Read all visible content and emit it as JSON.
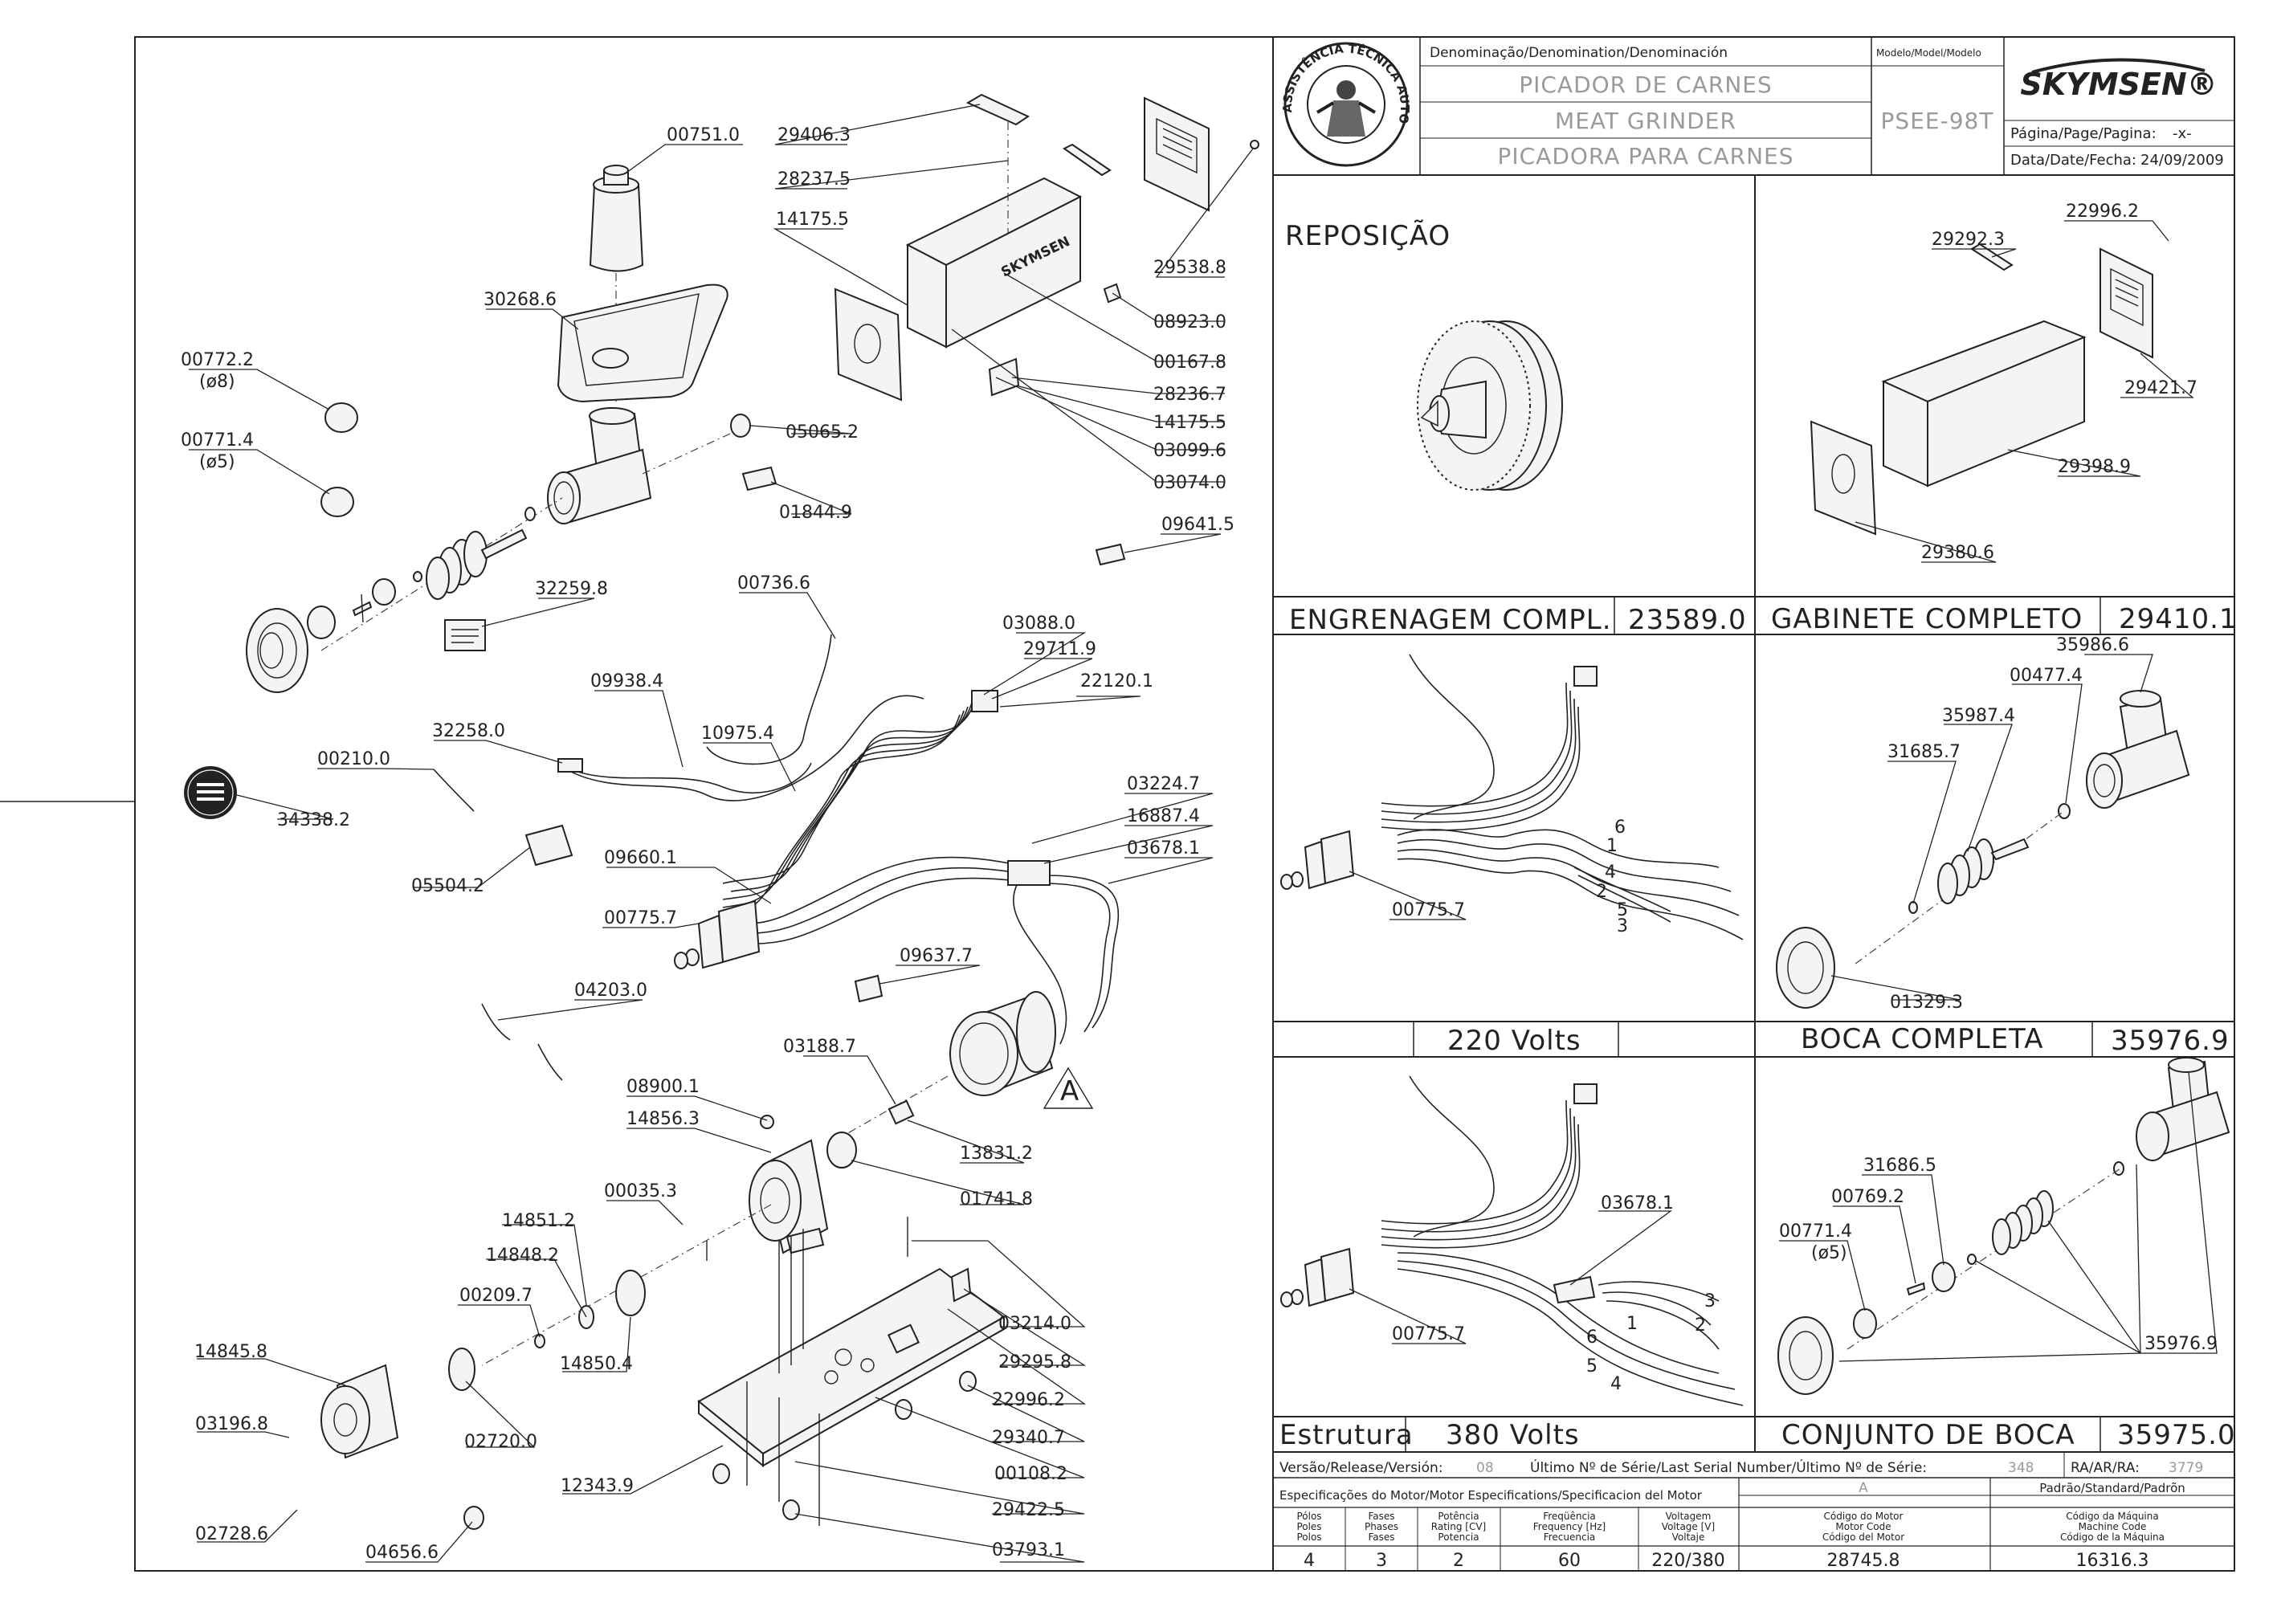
{
  "title_block": {
    "denomination_header": "Denominação/Denomination/Denominación",
    "model_header": "Modelo/Model/Modelo",
    "name_pt": "PICADOR DE CARNES",
    "name_en": "MEAT GRINDER",
    "name_es": "PICADORA PARA CARNES",
    "model": "PSEE-98T",
    "brand": "SKYMSEN®",
    "seal_text": "ASSISTÊNCIA TÉCNICA AUTORIZADA",
    "page_label": "Página/Page/Pagina:",
    "page_value": "-x-",
    "date_label": "Data/Date/Fecha:",
    "date_value": "24/09/2009"
  },
  "main_parts": [
    "00751.0",
    "29406.3",
    "28237.5",
    "14175.5",
    "29538.8",
    "08923.0",
    "00167.8",
    "28236.7",
    "14175.5",
    "03099.6",
    "03074.0",
    "30268.6",
    "00772.2",
    "(ø8)",
    "00771.4",
    "(ø5)",
    "05065.2",
    "01844.9",
    "09641.5",
    "32259.8",
    "00736.6",
    "03088.0",
    "29711.9",
    "22120.1",
    "09938.4",
    "32258.0",
    "10975.4",
    "00210.0",
    "34338.2",
    "05504.2",
    "09660.1",
    "03224.7",
    "16887.4",
    "03678.1",
    "00775.7",
    "09637.7",
    "04203.0",
    "03188.7",
    "08900.1",
    "14856.3",
    "13831.2",
    "00035.3",
    "01741.8",
    "14851.2",
    "14848.2",
    "00209.7",
    "14850.4",
    "03214.0",
    "29295.8",
    "22996.2",
    "14845.8",
    "02720.0",
    "29340.7",
    "03196.8",
    "00108.2",
    "12343.9",
    "29422.5",
    "02728.6",
    "04656.6",
    "03793.1"
  ],
  "motor_letter": "A",
  "panels": {
    "reposicao": {
      "title": "REPOSIÇÃO",
      "footer_name": "ENGRENAGEM COMPL.",
      "footer_code": "23589.0"
    },
    "gabinete": {
      "labels": [
        "22996.2",
        "29292.3",
        "29421.7",
        "29398.9",
        "29380.6"
      ],
      "footer_name": "GABINETE COMPLETO",
      "footer_code": "29410.1"
    },
    "wiring220": {
      "labels": [
        "00775.7"
      ],
      "numbers": [
        "6",
        "1",
        "4",
        "2",
        "5",
        "3"
      ],
      "footer_name": "220 Volts"
    },
    "boca": {
      "labels": [
        "35986.6",
        "00477.4",
        "35987.4",
        "31685.7",
        "01329.3"
      ],
      "footer_name": "BOCA COMPLETA",
      "footer_code": "35976.9"
    },
    "wiring380": {
      "labels": [
        "03678.1",
        "00775.7"
      ],
      "numbers": [
        "3",
        "1",
        "2",
        "6",
        "5",
        "4"
      ],
      "footer_left": "Estrutura",
      "footer_name": "380 Volts"
    },
    "conjunto": {
      "labels": [
        "31686.5",
        "00769.2",
        "00771.4",
        "(ø5)",
        "35976.9"
      ],
      "footer_name": "CONJUNTO DE BOCA",
      "footer_code": "35975.0"
    }
  },
  "release_row": {
    "version_label": "Versão/Release/Versión:",
    "version_value": "08",
    "serial_label": "Último Nº de Série/Last Serial Number/Último Nº de Série:",
    "serial_value": "348",
    "ra_label": "RA/AR/RA:",
    "ra_value": "3779"
  },
  "specs": {
    "motor_header": "Especificações do Motor/Motor Especifications/Specificacion del Motor",
    "motor_letter": "A",
    "standard_header": "Padrão/Standard/Padrõn",
    "columns": [
      {
        "header": [
          "Pólos",
          "Poles",
          "Polos"
        ],
        "value": "4"
      },
      {
        "header": [
          "Fases",
          "Phases",
          "Fases"
        ],
        "value": "3"
      },
      {
        "header": [
          "Potência",
          "Rating [CV]",
          "Potencia"
        ],
        "value": "2"
      },
      {
        "header": [
          "Freqüência",
          "Frequency [Hz]",
          "Frecuencia"
        ],
        "value": "60"
      },
      {
        "header": [
          "Voltagem",
          "Voltage [V]",
          "Voltaje"
        ],
        "value": "220/380"
      },
      {
        "header": [
          "Código do Motor",
          "Motor Code",
          "Código del Motor"
        ],
        "value": "28745.8"
      },
      {
        "header": [
          "Código da Máquina",
          "Machine Code",
          "Código de la Máquina"
        ],
        "value": "16316.3"
      }
    ]
  }
}
